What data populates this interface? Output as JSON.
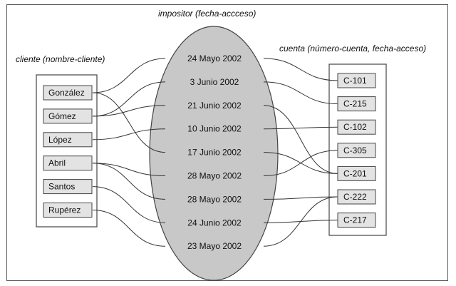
{
  "labels": {
    "impositor": "impositor (fecha-accceso)",
    "cliente": "cliente (nombre-cliente)",
    "cuenta": "cuenta (número-cuenta, fecha-acceso)"
  },
  "clientes": [
    "González",
    "Gómez",
    "López",
    "Abril",
    "Santos",
    "Rupérez"
  ],
  "fechas": [
    "24 Mayo 2002",
    "3 Junio 2002",
    "21 Junio 2002",
    "10 Junio 2002",
    "17 Junio 2002",
    "28 Mayo 2002",
    "28 Mayo 2002",
    "24 Junio 2002",
    "23 Mayo 2002"
  ],
  "cuentas": [
    "C-101",
    "C-215",
    "C-102",
    "C-305",
    "C-201",
    "C-222",
    "C-217"
  ],
  "relaciones": [
    {
      "cliente": "González",
      "fecha": "24 Mayo 2002",
      "cuenta": "C-101"
    },
    {
      "cliente": "Gómez",
      "fecha": "3 Junio 2002",
      "cuenta": "C-215"
    },
    {
      "cliente": "Gómez",
      "fecha": "21 Junio 2002",
      "cuenta": "C-201"
    },
    {
      "cliente": "López",
      "fecha": "10 Junio 2002",
      "cuenta": "C-102"
    },
    {
      "cliente": "González",
      "fecha": "17 Junio 2002",
      "cuenta": "C-201"
    },
    {
      "cliente": "Abril",
      "fecha": "28 Mayo 2002",
      "cuenta": "C-305"
    },
    {
      "cliente": "Abril",
      "fecha": "28 Mayo 2002",
      "cuenta": "C-222"
    },
    {
      "cliente": "Santos",
      "fecha": "24 Junio 2002",
      "cuenta": "C-217"
    },
    {
      "cliente": "Rupérez",
      "fecha": "23 Mayo 2002",
      "cuenta": "C-222"
    }
  ],
  "colors": {
    "ellipse": "#c8c8c8",
    "box_fill": "#e3e3e3",
    "lines": "#333333"
  }
}
